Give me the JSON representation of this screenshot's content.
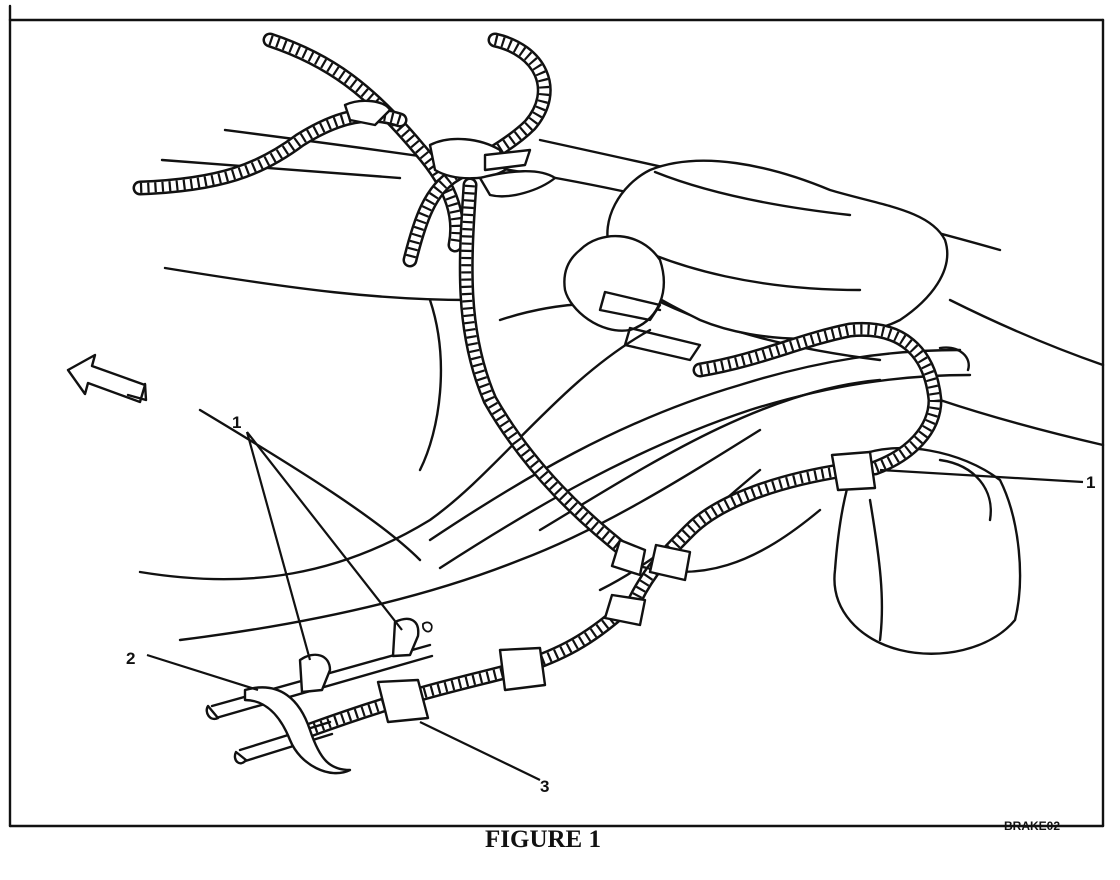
{
  "figure": {
    "caption": "FIGURE 1",
    "code": "BRAKE02"
  },
  "callouts": [
    {
      "id": "callout-1-left",
      "label": "1"
    },
    {
      "id": "callout-1-right",
      "label": "1"
    },
    {
      "id": "callout-2",
      "label": "2"
    },
    {
      "id": "callout-3",
      "label": "3"
    }
  ],
  "icons": {
    "direction": "forward-arrow-icon"
  }
}
